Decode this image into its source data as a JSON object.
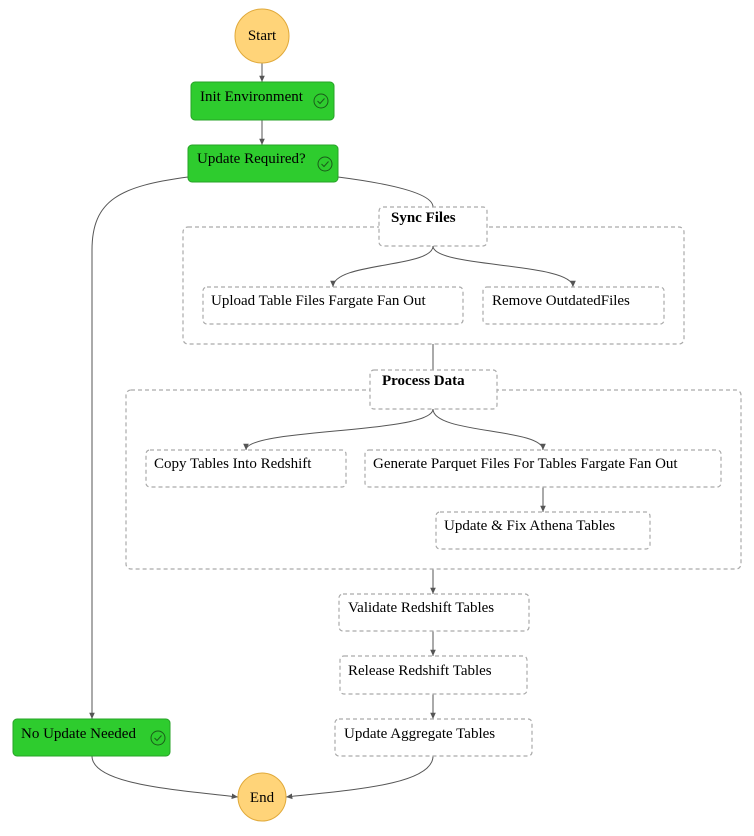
{
  "diagram": {
    "colors": {
      "succeeded": "#2ecc2e",
      "pending_fill": "#ffffff",
      "terminal": "#ffd479",
      "edge": "#555555"
    },
    "start": {
      "label": "Start"
    },
    "end": {
      "label": "End"
    },
    "states": {
      "init_environment": {
        "label": "Init Environment",
        "status": "succeeded",
        "icon": "check-circle-icon"
      },
      "update_required": {
        "label": "Update Required?",
        "status": "succeeded",
        "icon": "check-circle-icon"
      },
      "no_update_needed": {
        "label": "No Update Needed",
        "status": "succeeded",
        "icon": "check-circle-icon"
      },
      "upload_table_files": {
        "label": "Upload Table Files Fargate Fan Out",
        "status": "pending"
      },
      "remove_outdated_files": {
        "label": "Remove OutdatedFiles",
        "status": "pending"
      },
      "copy_tables_into_redshift": {
        "label": "Copy Tables Into Redshift",
        "status": "pending"
      },
      "generate_parquet_files": {
        "label": "Generate Parquet Files For Tables Fargate Fan Out",
        "status": "pending"
      },
      "update_fix_athena_tables": {
        "label": "Update & Fix Athena Tables",
        "status": "pending"
      },
      "validate_redshift_tables": {
        "label": "Validate Redshift Tables",
        "status": "pending"
      },
      "release_redshift_tables": {
        "label": "Release Redshift Tables",
        "status": "pending"
      },
      "update_aggregate_tables": {
        "label": "Update Aggregate Tables",
        "status": "pending"
      }
    },
    "groups": {
      "sync_files": {
        "label": "Sync Files",
        "status": "pending"
      },
      "process_data": {
        "label": "Process Data",
        "status": "pending"
      }
    }
  }
}
